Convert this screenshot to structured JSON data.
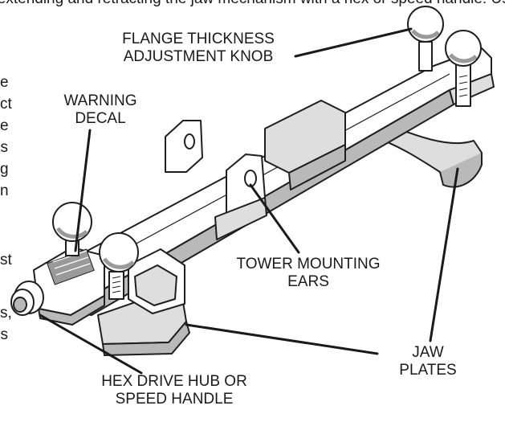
{
  "callouts": {
    "flange_knob": [
      "FLANGE THICKNESS",
      "ADJUSTMENT KNOB"
    ],
    "warning_decal": [
      "WARNING",
      "DECAL"
    ],
    "tower_ears": [
      "TOWER MOUNTING",
      "EARS"
    ],
    "jaw_plates": [
      "JAW",
      "PLATES"
    ],
    "hex_drive": [
      "HEX DRIVE HUB OR",
      "SPEED HANDLE"
    ]
  },
  "clipped_text": {
    "top_line": "y extending and retracting the jaw mechanism with a hex or speed handle. Use the ratchet wrench or speed handle to bring",
    "left_fragments": [
      "e",
      "ct",
      "e",
      "s",
      "g",
      "n",
      "st",
      "s,",
      "s"
    ]
  },
  "colors": {
    "outline": "#1f1f1f",
    "shade": "#b9b9b9",
    "light_shade": "#dedede",
    "paper": "#ffffff"
  }
}
